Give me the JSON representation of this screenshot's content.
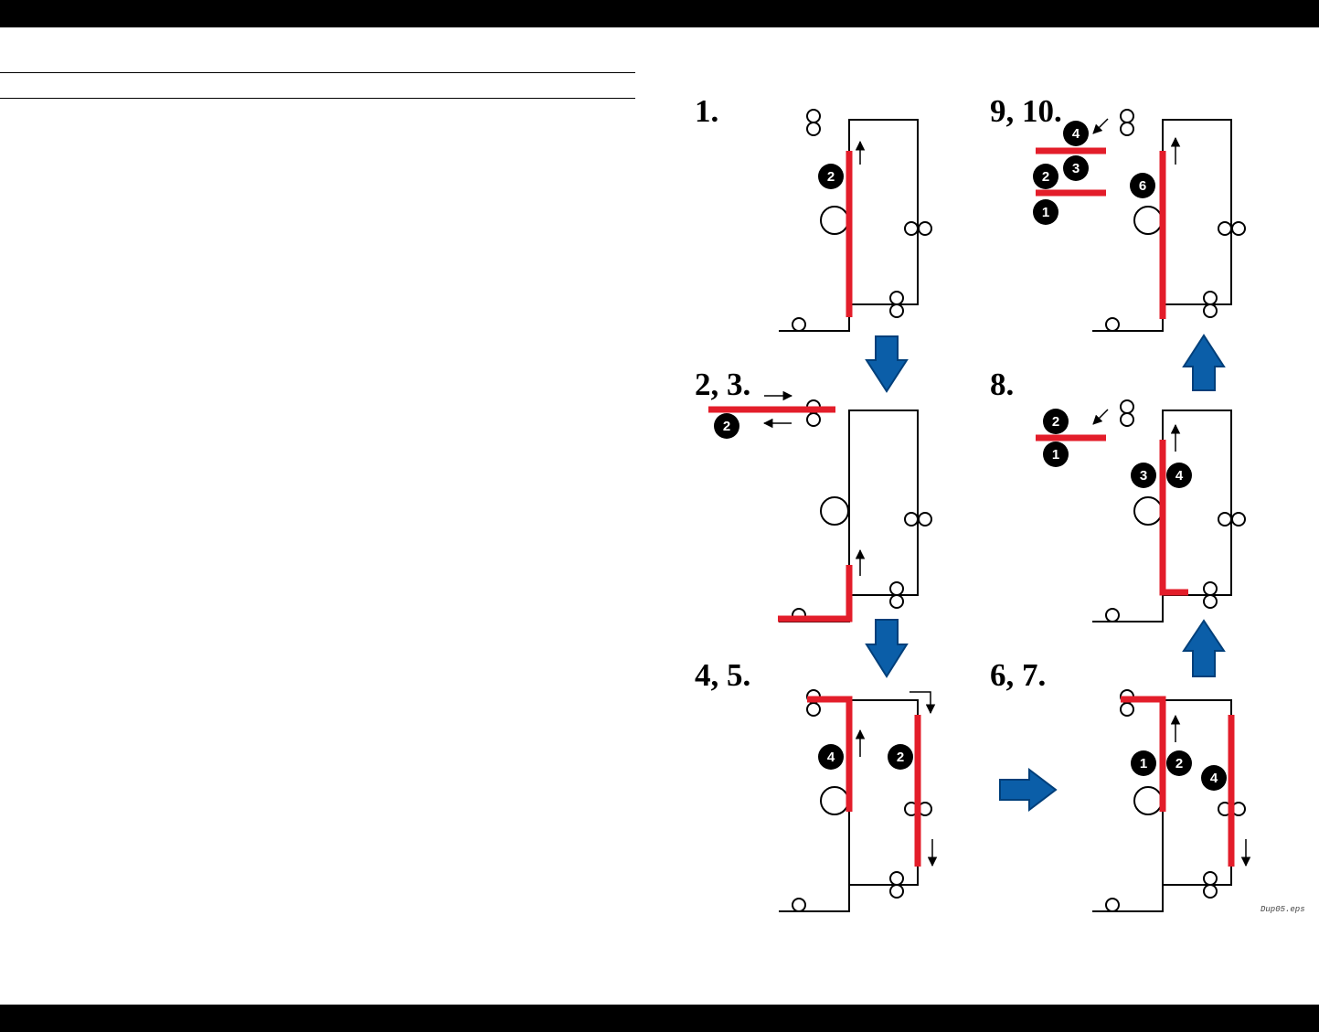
{
  "header": {
    "bar_color": "#000000"
  },
  "footer": {
    "bar_color": "#000000"
  },
  "diagram": {
    "paper_color": "#e31d2a",
    "arrow_color": "#0b5ea8",
    "filename": "Dup05.eps",
    "steps": [
      {
        "id": "step-1",
        "label": "1.",
        "badges": [
          "2"
        ]
      },
      {
        "id": "step-2-3",
        "label": "2, 3.",
        "badges": [
          "2"
        ]
      },
      {
        "id": "step-4-5",
        "label": "4, 5.",
        "badges": [
          "4",
          "2"
        ]
      },
      {
        "id": "step-6-7",
        "label": "6, 7.",
        "badges": [
          "1",
          "2",
          "4"
        ]
      },
      {
        "id": "step-8",
        "label": "8.",
        "badges": [
          "2",
          "1",
          "3",
          "4"
        ]
      },
      {
        "id": "step-9-10",
        "label": "9, 10.",
        "badges": [
          "4",
          "2",
          "3",
          "1",
          "6"
        ]
      }
    ]
  }
}
